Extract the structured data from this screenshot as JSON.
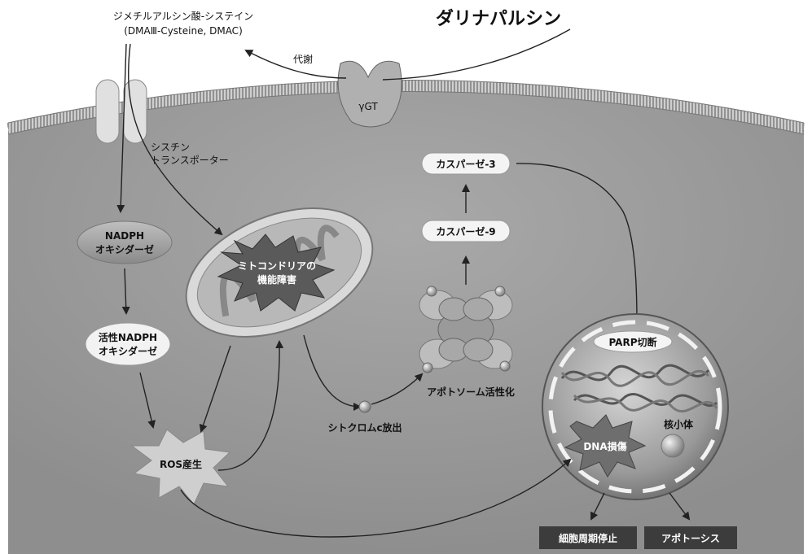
{
  "title": "ダリナパルシン",
  "metabolite": {
    "line1": "ジメチルアルシン酸-システイン",
    "line2": "(DMAⅢ-Cysteine, DMAC)"
  },
  "metabolism_label": "代謝",
  "ggt_label": "γGT",
  "transporter": {
    "line1": "シスチン",
    "line2": "トランスポーター"
  },
  "nadph_oxidase": {
    "line1": "NADPH",
    "line2": "オキシダーゼ"
  },
  "active_nadph_oxidase": {
    "line1": "活性NADPH",
    "line2": "オキシダーゼ"
  },
  "ros": "ROS産生",
  "mito_dysfunction": {
    "line1": "ミトコンドリアの",
    "line2": "機能障害"
  },
  "cytochrome_c": "シトクロムc放出",
  "apoptosome": "アポトソーム活性化",
  "caspase9": "カスパーゼ-9",
  "caspase3": "カスパーゼ-3",
  "parp": "PARP切断",
  "dna_damage": "DNA損傷",
  "nucleolus": "核小体",
  "cell_cycle_arrest": "細胞周期停止",
  "apoptosis": "アポトーシス"
}
